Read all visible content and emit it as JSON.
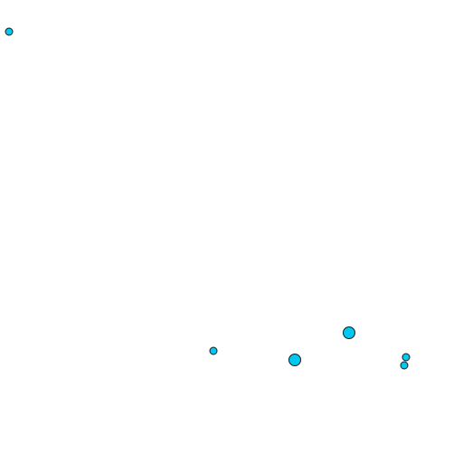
{
  "map": {
    "background_color": "#ffffff",
    "marker_fill": "#00c8f0",
    "marker_stroke": "#1a1a1a",
    "markers": [
      {
        "id": "marker-1",
        "icon": "circle-marker",
        "size": "small"
      },
      {
        "id": "marker-2",
        "icon": "circle-marker",
        "size": "small"
      },
      {
        "id": "marker-3",
        "icon": "circle-marker",
        "size": "large"
      },
      {
        "id": "marker-4",
        "icon": "circle-marker",
        "size": "large"
      },
      {
        "id": "marker-5",
        "icon": "circle-marker",
        "size": "small"
      },
      {
        "id": "marker-6",
        "icon": "circle-marker",
        "size": "small"
      }
    ]
  }
}
